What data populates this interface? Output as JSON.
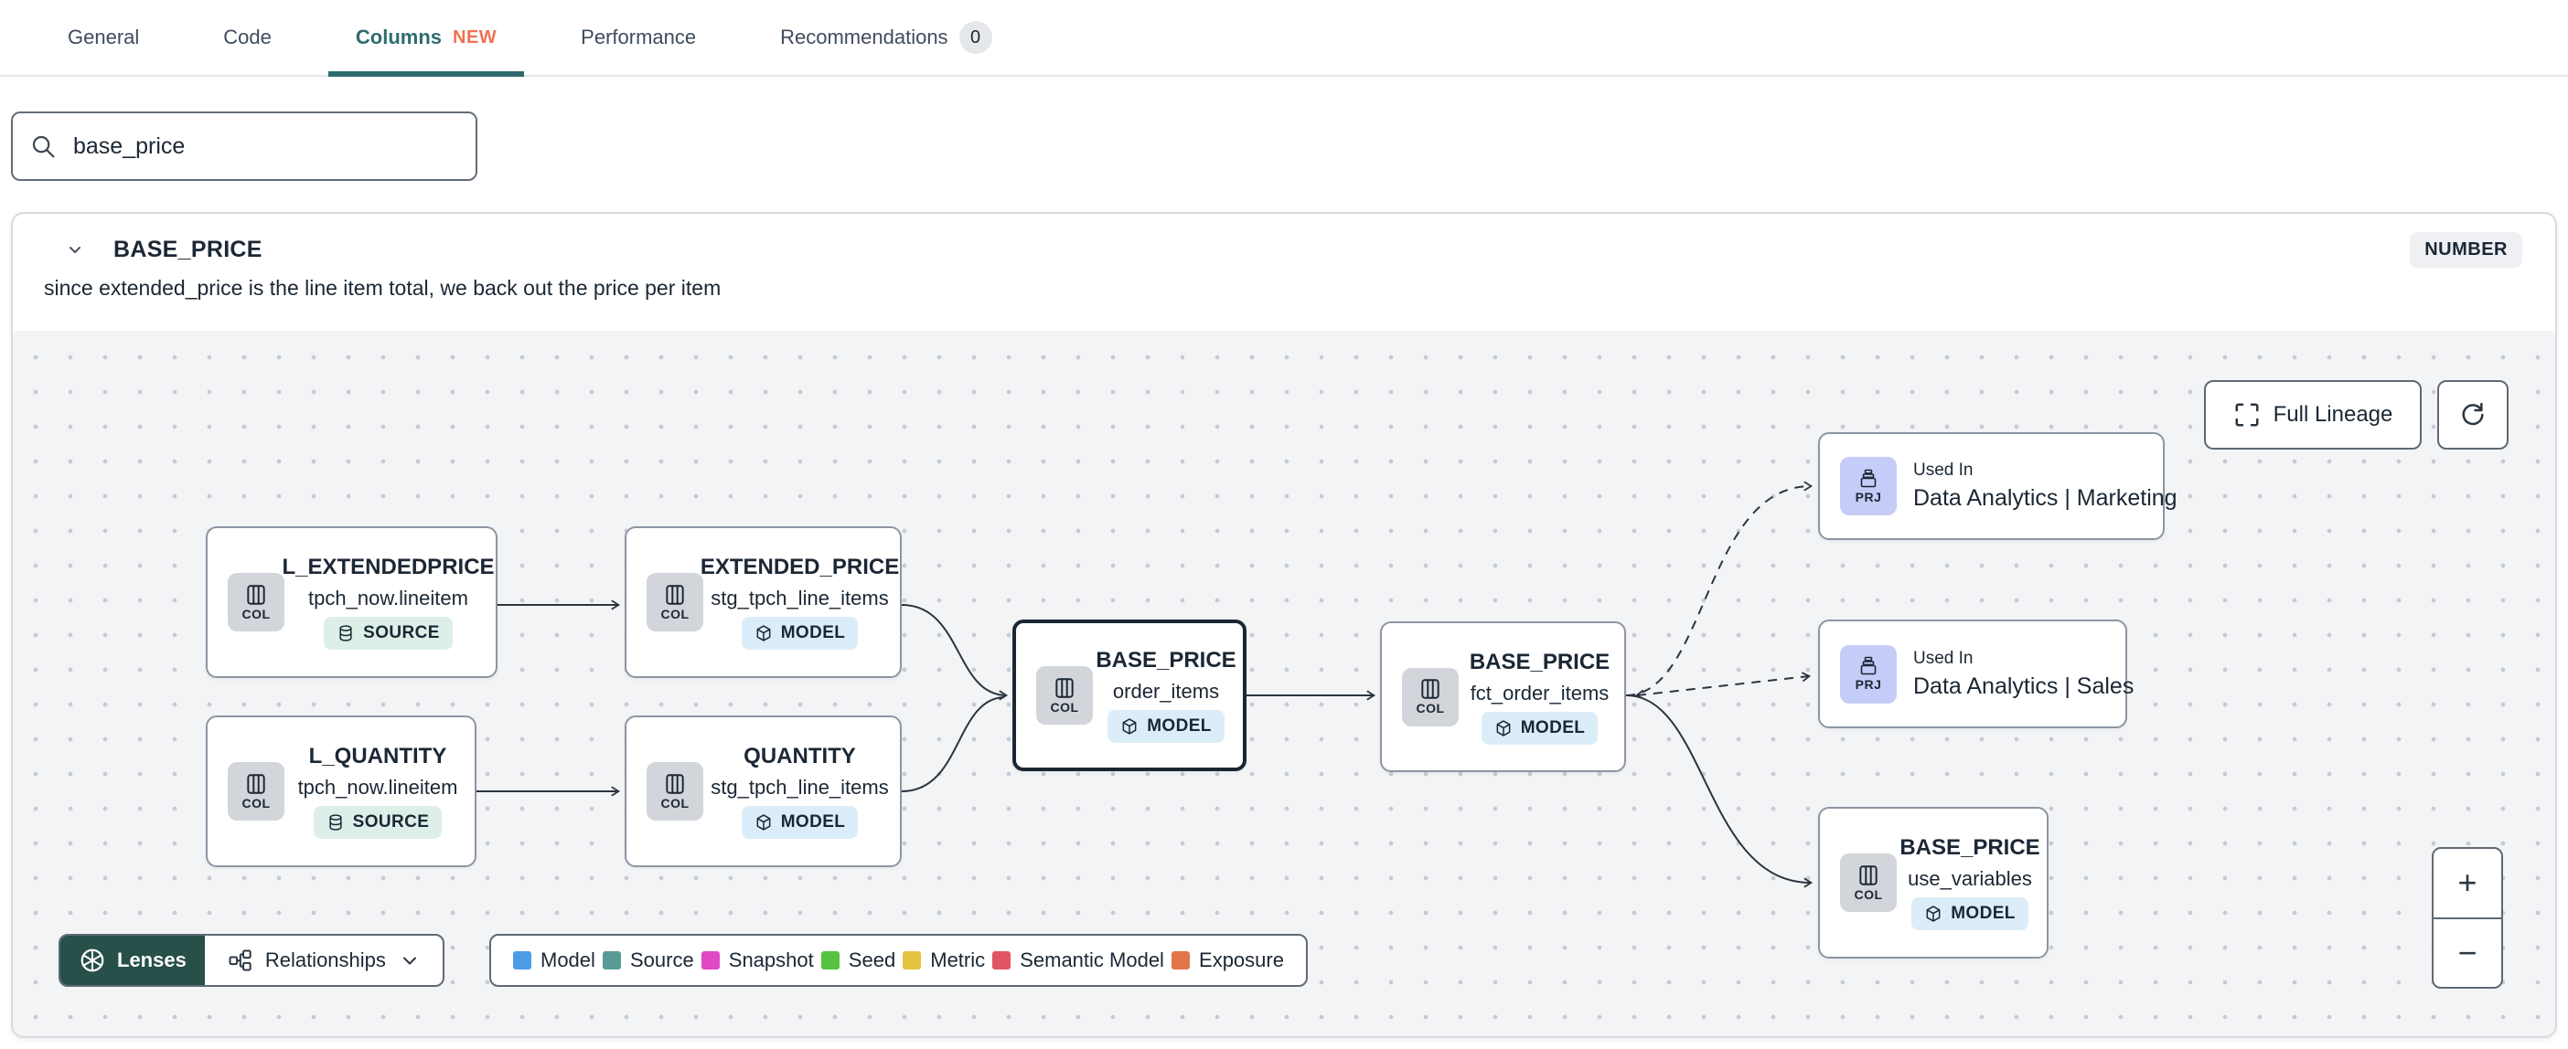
{
  "tabs": {
    "items": [
      {
        "label": "General"
      },
      {
        "label": "Code"
      },
      {
        "label": "Columns",
        "badge": "NEW"
      },
      {
        "label": "Performance"
      },
      {
        "label": "Recommendations",
        "count": "0"
      }
    ]
  },
  "search": {
    "value": "base_price"
  },
  "column_panel": {
    "name": "BASE_PRICE",
    "type_badge": "NUMBER",
    "description": "since extended_price is the line item total, we back out the price per item"
  },
  "lineage": {
    "controls": {
      "full_lineage_label": "Full Lineage",
      "zoom_in_label": "+",
      "zoom_out_label": "−",
      "lenses_label": "Lenses",
      "relationships_label": "Relationships"
    },
    "nodes": [
      {
        "kind": "COL",
        "title": "L_EXTENDEDPRICE",
        "subtitle": "tpch_now.lineitem",
        "badge": "SOURCE"
      },
      {
        "kind": "COL",
        "title": "L_QUANTITY",
        "subtitle": "tpch_now.lineitem",
        "badge": "SOURCE"
      },
      {
        "kind": "COL",
        "title": "EXTENDED_PRICE",
        "subtitle": "stg_tpch_line_items",
        "badge": "MODEL"
      },
      {
        "kind": "COL",
        "title": "QUANTITY",
        "subtitle": "stg_tpch_line_items",
        "badge": "MODEL"
      },
      {
        "kind": "COL",
        "title": "BASE_PRICE",
        "subtitle": "order_items",
        "badge": "MODEL"
      },
      {
        "kind": "COL",
        "title": "BASE_PRICE",
        "subtitle": "fct_order_items",
        "badge": "MODEL"
      },
      {
        "kind": "PRJ",
        "eyebrow": "Used In",
        "title": "Data Analytics | Marketing"
      },
      {
        "kind": "PRJ",
        "eyebrow": "Used In",
        "title": "Data Analytics | Sales"
      },
      {
        "kind": "COL",
        "title": "BASE_PRICE",
        "subtitle": "use_variables",
        "badge": "MODEL"
      }
    ],
    "legend": {
      "items": [
        {
          "label": "Model",
          "color": "#4c9ce8"
        },
        {
          "label": "Source",
          "color": "#599a94"
        },
        {
          "label": "Snapshot",
          "color": "#df49c5"
        },
        {
          "label": "Seed",
          "color": "#55c341"
        },
        {
          "label": "Metric",
          "color": "#e3c23f"
        },
        {
          "label": "Semantic Model",
          "color": "#e05463"
        },
        {
          "label": "Exposure",
          "color": "#e0764a"
        }
      ]
    }
  }
}
